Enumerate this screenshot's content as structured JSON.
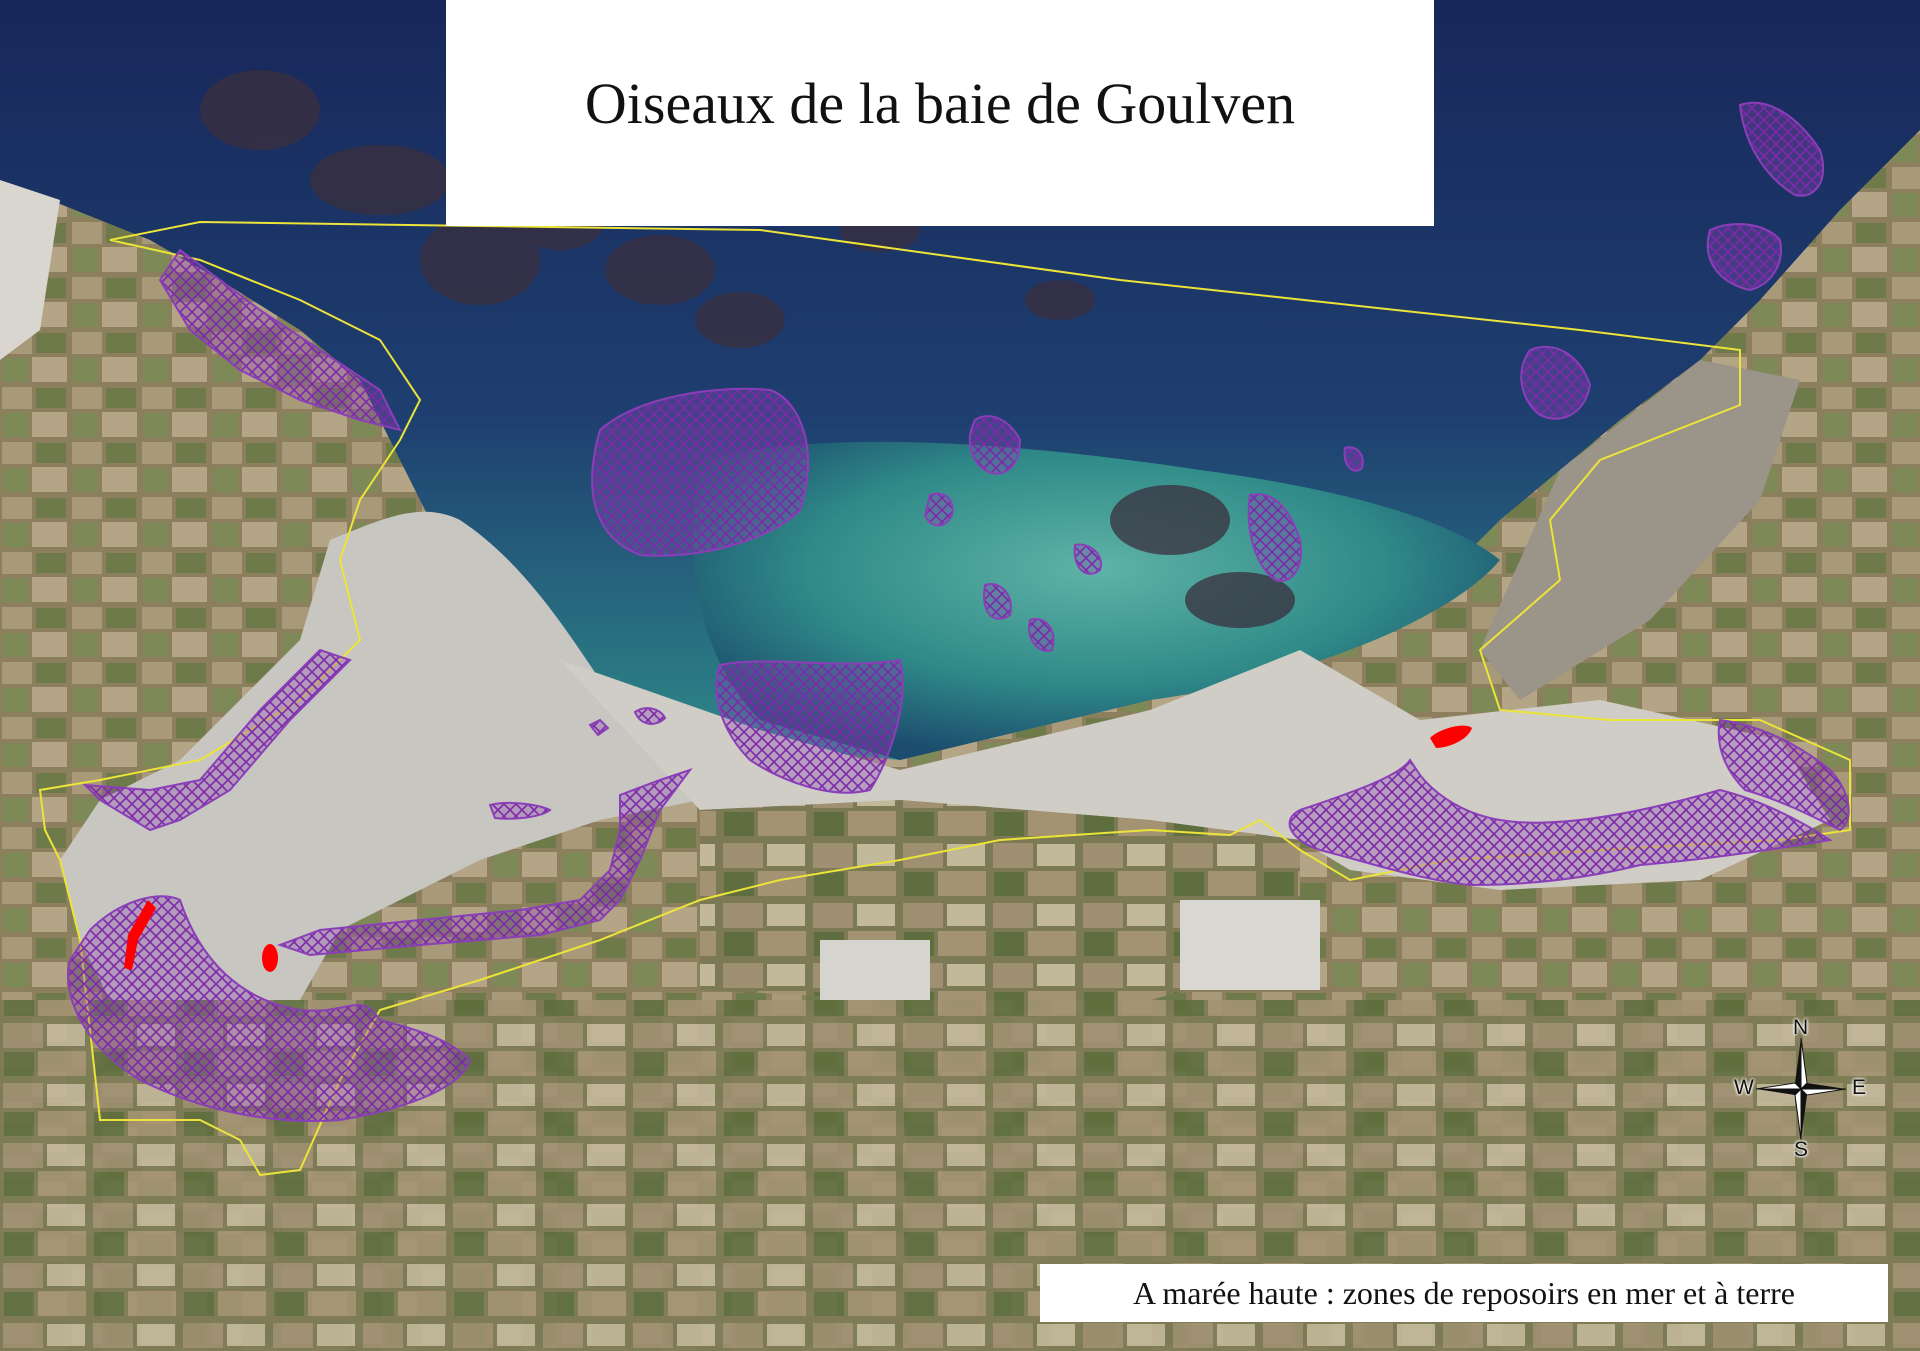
{
  "map": {
    "title": "Oiseaux de la baie de Goulven",
    "legend_caption": "A marée haute : zones de reposoirs en mer et à terre",
    "compass": {
      "north": "N",
      "south": "S",
      "east": "E",
      "west": "W"
    },
    "colors": {
      "deep_sea": "#1a2a5e",
      "shallow_sea": "#2f8c8a",
      "sand": "#c9c7c0",
      "farmland": "#8a7f5a",
      "zone_hatch": "#7a2fa0",
      "zone_fill": "#8a4fb0",
      "site_boundary": "#e8e030",
      "marker_red": "#ff0000"
    },
    "layers": [
      "aerial-photo",
      "site-boundary-yellow",
      "roost-zones-purple-hatched",
      "red-markers"
    ]
  }
}
